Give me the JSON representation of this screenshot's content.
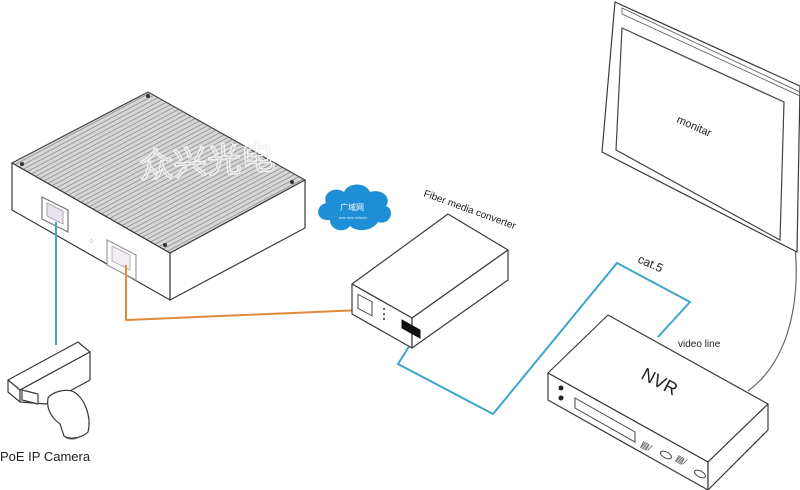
{
  "diagram": {
    "nodes": {
      "poe_switch": {
        "watermark": "众兴光电"
      },
      "wan_cloud": {
        "label": "广域网",
        "sublabel": "wide area network"
      },
      "fiber_converter": {
        "label": "Fiber media converter"
      },
      "monitor": {
        "label": "monitar"
      },
      "nvr": {
        "label": "NVR"
      },
      "camera": {
        "label": "PoE IP Camera"
      }
    },
    "connections": {
      "cat5": {
        "label": "cat.5"
      },
      "video": {
        "label": "video line"
      }
    },
    "colors": {
      "blue_cable": "#3aa6c8",
      "orange_cable": "#e08a3c",
      "cloud": "#1e8fd6",
      "outline": "#3a3a3a"
    }
  }
}
